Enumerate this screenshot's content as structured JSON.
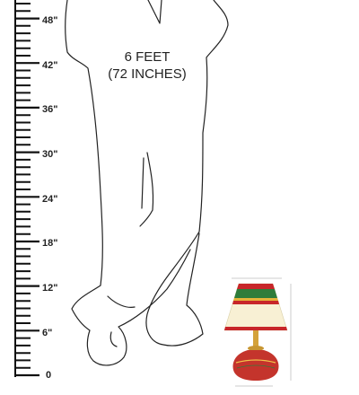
{
  "ruler": {
    "labels": [
      "48\"",
      "42\"",
      "36\"",
      "30\"",
      "24\"",
      "18\"",
      "12\"",
      "6\"",
      "0"
    ]
  },
  "figure": {
    "height_line1": "6 FEET",
    "height_line2": "(72 INCHES)"
  },
  "product": {
    "type": "table-lamp",
    "colors": {
      "shade": "#f8f0d4",
      "band_red": "#c8262a",
      "band_green": "#2e7d3a",
      "base_red": "#c4342c",
      "brass": "#d4a23a"
    }
  }
}
